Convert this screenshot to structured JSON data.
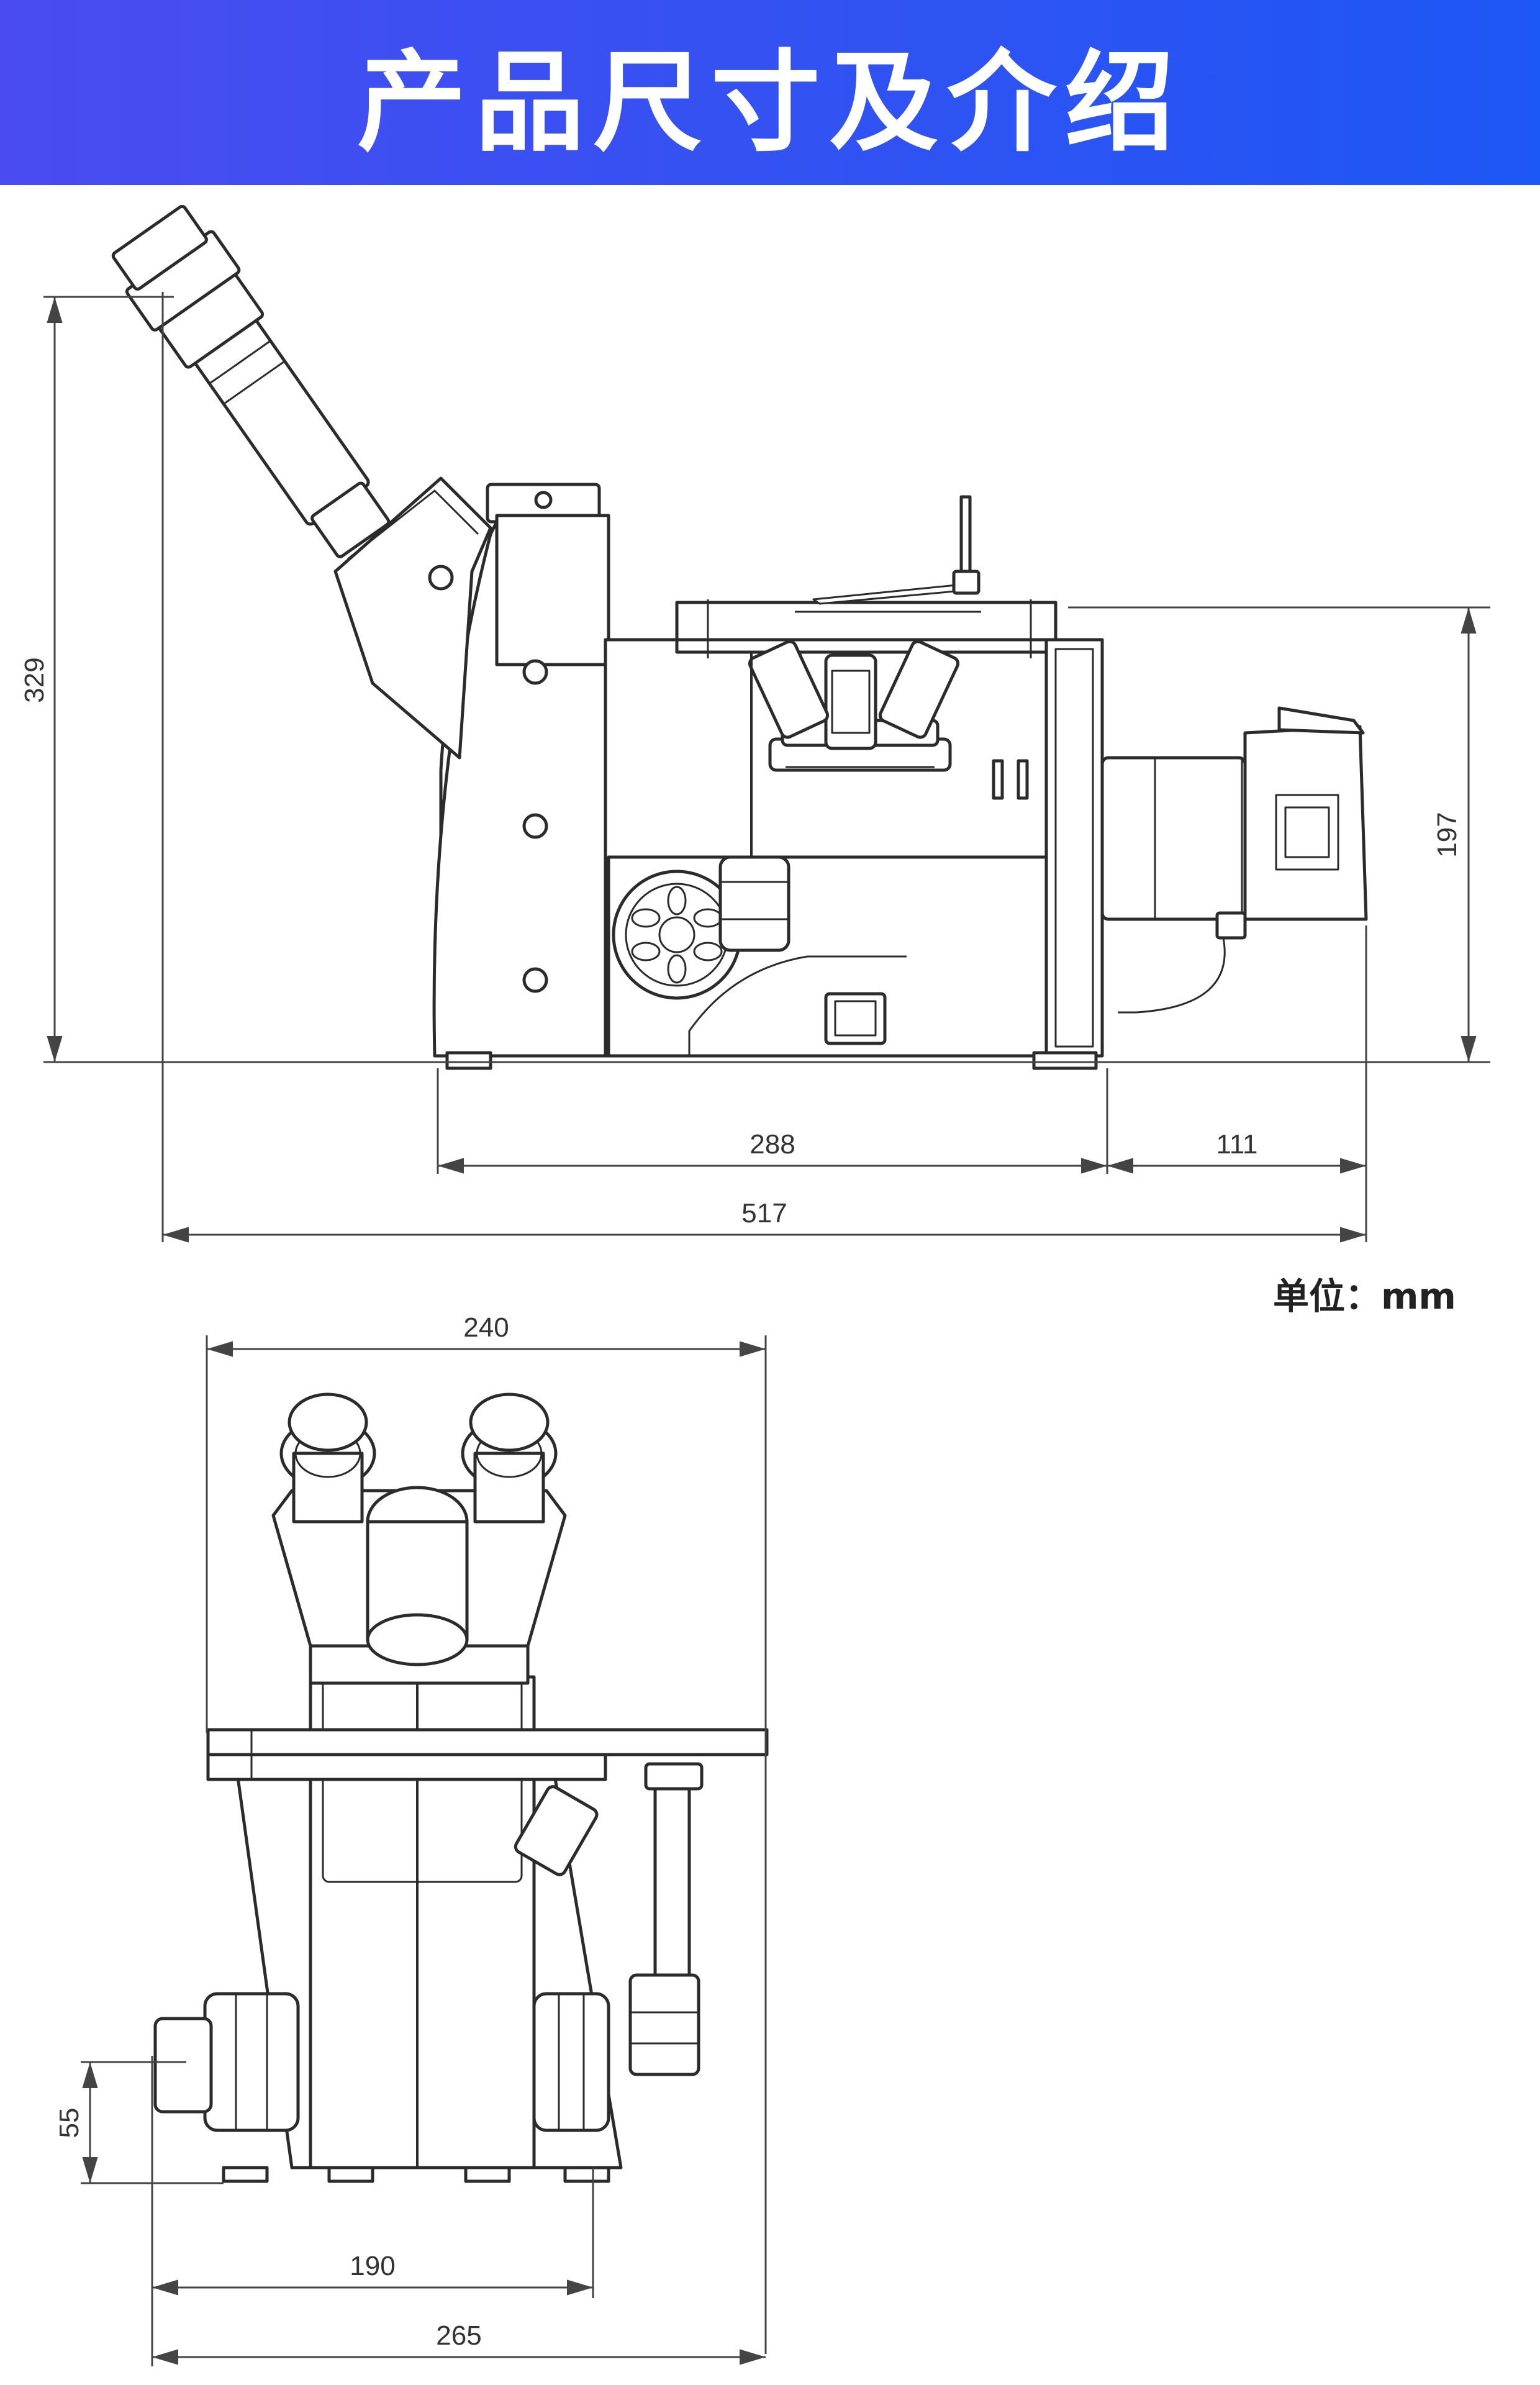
{
  "header": {
    "title": "产品尺寸及介绍",
    "background_from": "#3b4ff0",
    "background_to": "#1f5bf5"
  },
  "unit_note": "单位：mm",
  "side_view": {
    "dimensions": {
      "total_height": "329",
      "right_height": "197",
      "base_length": "288",
      "camera_length": "111",
      "total_length": "517"
    }
  },
  "front_view": {
    "dimensions": {
      "top_width": "240",
      "knob_height": "55",
      "base_width": "190",
      "total_width": "265"
    }
  },
  "colors": {
    "line": "#2b2b2b",
    "dimension_line": "#444444"
  }
}
